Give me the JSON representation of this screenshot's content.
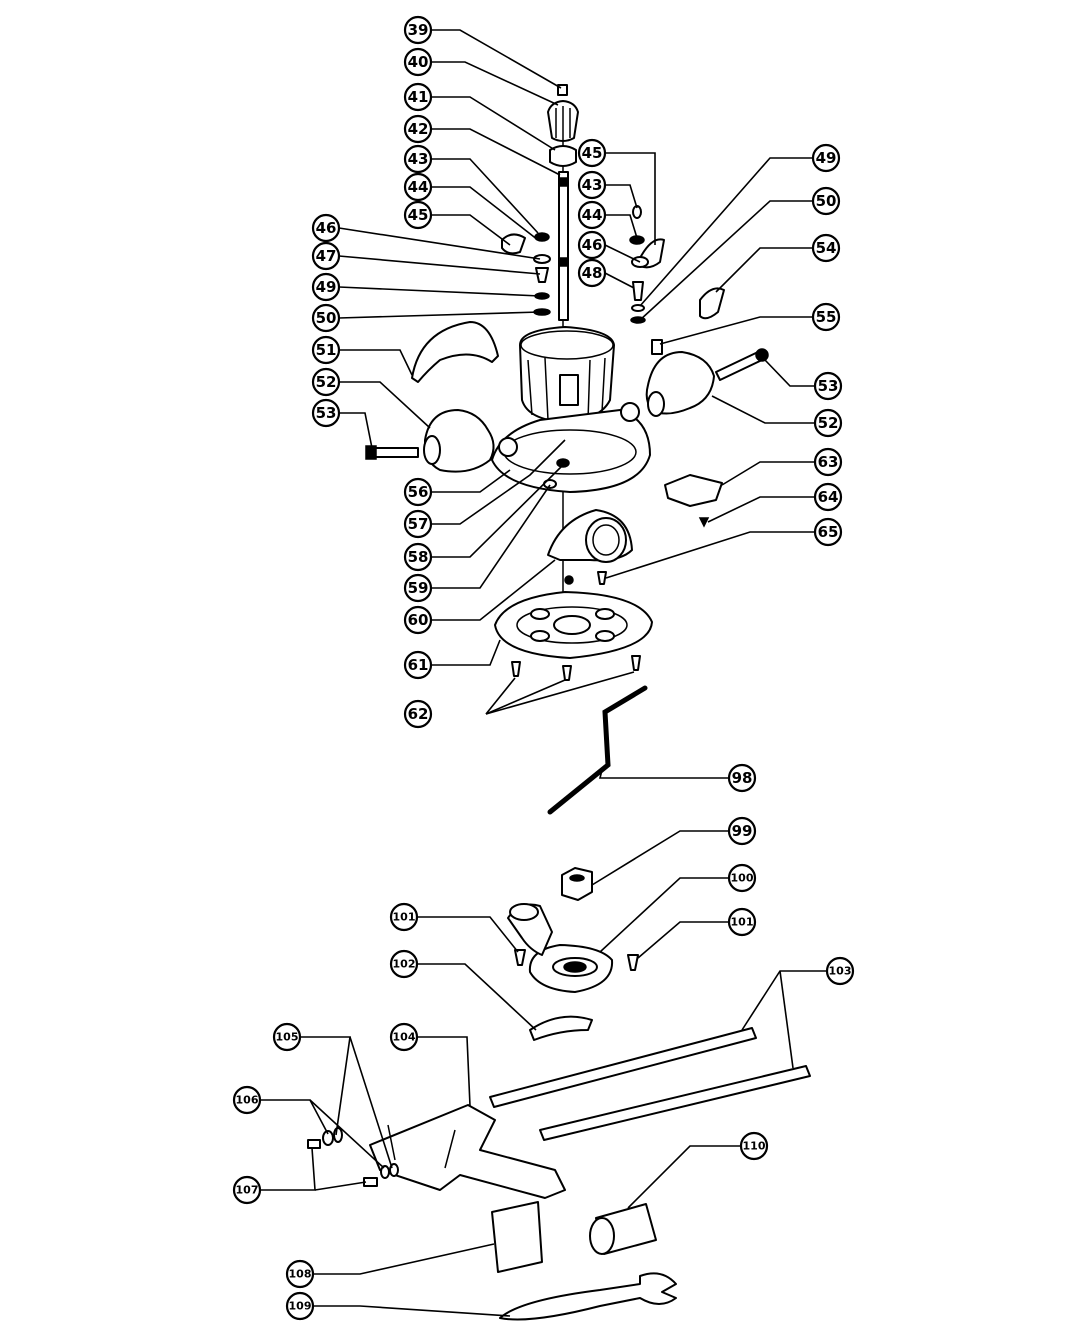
{
  "callouts": [
    {
      "id": "c39",
      "label": "39"
    },
    {
      "id": "c40",
      "label": "40"
    },
    {
      "id": "c41",
      "label": "41"
    },
    {
      "id": "c42",
      "label": "42"
    },
    {
      "id": "c43a",
      "label": "43"
    },
    {
      "id": "c44a",
      "label": "44"
    },
    {
      "id": "c45a",
      "label": "45"
    },
    {
      "id": "c46a",
      "label": "46"
    },
    {
      "id": "c47",
      "label": "47"
    },
    {
      "id": "c49a",
      "label": "49"
    },
    {
      "id": "c50a",
      "label": "50"
    },
    {
      "id": "c51",
      "label": "51"
    },
    {
      "id": "c52a",
      "label": "52"
    },
    {
      "id": "c53a",
      "label": "53"
    },
    {
      "id": "c56",
      "label": "56"
    },
    {
      "id": "c57",
      "label": "57"
    },
    {
      "id": "c58",
      "label": "58"
    },
    {
      "id": "c59",
      "label": "59"
    },
    {
      "id": "c60",
      "label": "60"
    },
    {
      "id": "c61",
      "label": "61"
    },
    {
      "id": "c62",
      "label": "62"
    },
    {
      "id": "c45b",
      "label": "45"
    },
    {
      "id": "c43b",
      "label": "43"
    },
    {
      "id": "c44b",
      "label": "44"
    },
    {
      "id": "c46b",
      "label": "46"
    },
    {
      "id": "c48",
      "label": "48"
    },
    {
      "id": "c49b",
      "label": "49"
    },
    {
      "id": "c50b",
      "label": "50"
    },
    {
      "id": "c54",
      "label": "54"
    },
    {
      "id": "c55",
      "label": "55"
    },
    {
      "id": "c53b",
      "label": "53"
    },
    {
      "id": "c52b",
      "label": "52"
    },
    {
      "id": "c63",
      "label": "63"
    },
    {
      "id": "c64",
      "label": "64"
    },
    {
      "id": "c65",
      "label": "65"
    },
    {
      "id": "c98",
      "label": "98"
    },
    {
      "id": "c99",
      "label": "99"
    },
    {
      "id": "c100",
      "label": "100"
    },
    {
      "id": "c101a",
      "label": "101"
    },
    {
      "id": "c101b",
      "label": "101"
    },
    {
      "id": "c102",
      "label": "102"
    },
    {
      "id": "c103",
      "label": "103"
    },
    {
      "id": "c104",
      "label": "104"
    },
    {
      "id": "c105",
      "label": "105"
    },
    {
      "id": "c106",
      "label": "106"
    },
    {
      "id": "c107",
      "label": "107"
    },
    {
      "id": "c108",
      "label": "108"
    },
    {
      "id": "c109",
      "label": "109"
    },
    {
      "id": "c110",
      "label": "110"
    }
  ]
}
